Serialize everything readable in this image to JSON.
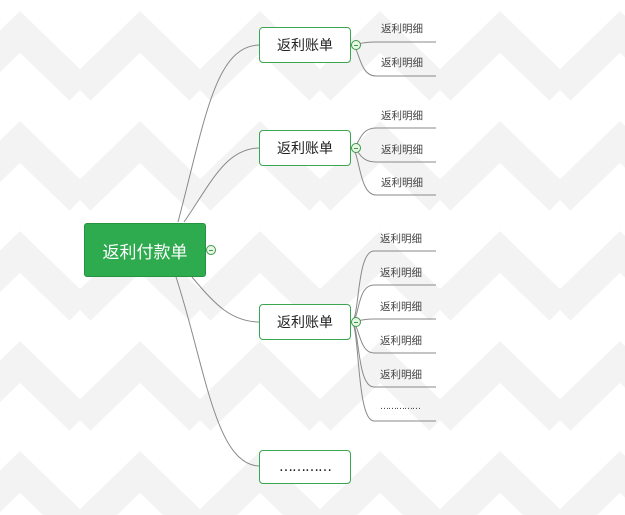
{
  "root": {
    "label": "返利付款单"
  },
  "branches": [
    {
      "label": "返利账单",
      "leaves": [
        "返利明细",
        "返利明细"
      ]
    },
    {
      "label": "返利账单",
      "leaves": [
        "返利明细",
        "返利明细",
        "返利明细"
      ]
    },
    {
      "label": "返利账单",
      "leaves": [
        "返利明细",
        "返利明细",
        "返利明细",
        "返利明细",
        "返利明细",
        "……………"
      ]
    },
    {
      "label": "…………",
      "leaves": []
    }
  ],
  "colors": {
    "root_fill": "#2eaa4f",
    "branch_border": "#3ca54f",
    "connector": "#8a8a8a",
    "background_pattern": "#f3f3f3"
  }
}
